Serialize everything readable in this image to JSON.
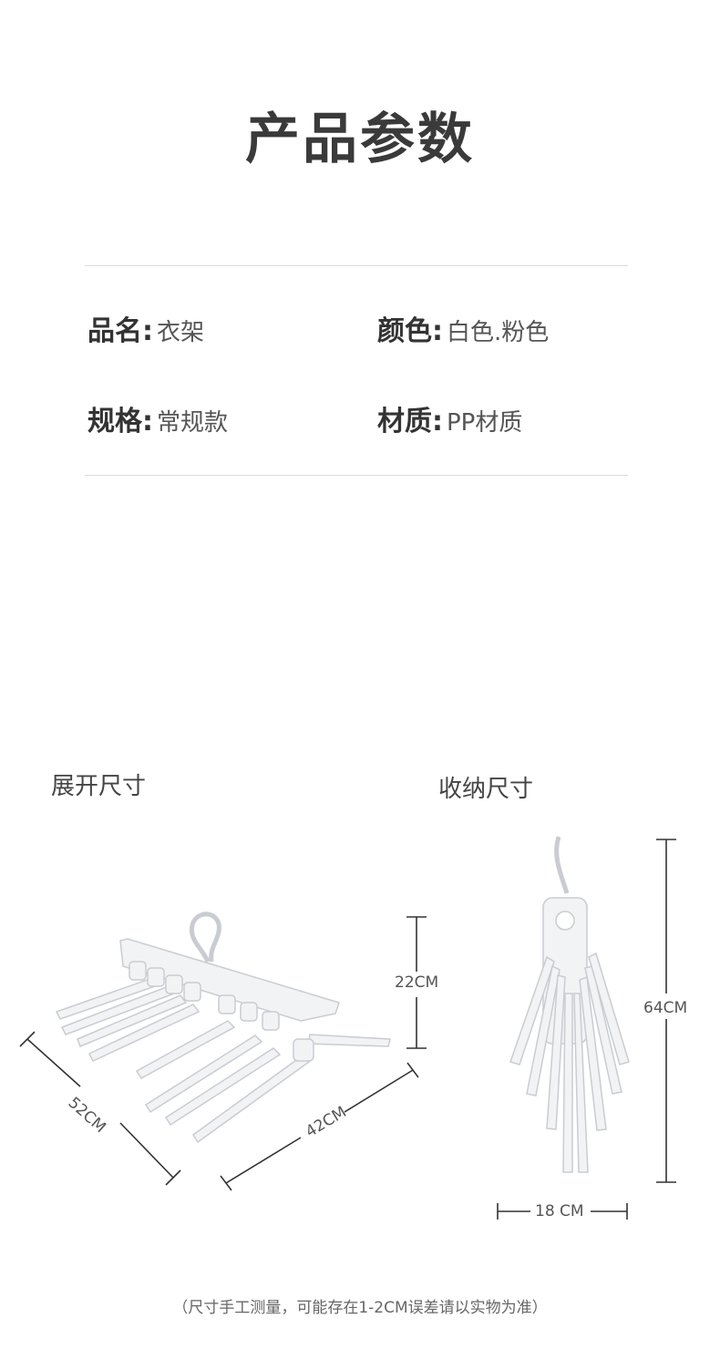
{
  "title": "产品参数",
  "specs": {
    "name": {
      "key": "品名",
      "colon": ":",
      "value": "衣架"
    },
    "color": {
      "key": "颜色",
      "colon": ":",
      "value": "白色.粉色"
    },
    "spec": {
      "key": "规格",
      "colon": ":",
      "value": "常规款"
    },
    "material": {
      "key": "材质",
      "colon": ":",
      "value": "PP材质"
    }
  },
  "sections": {
    "expanded": "展开尺寸",
    "folded": "收纳尺寸"
  },
  "dimensions": {
    "height_expanded": "22CM",
    "length_diag": "52CM",
    "width_diag": "42CM",
    "height_folded": "64CM",
    "width_folded": "18 CM"
  },
  "note": "（尺寸手工测量，可能存在1-2CM误差请以实物为准）",
  "colors": {
    "text": "#333333",
    "rule": "#dcdcdc",
    "hanger": "#f2f3f5",
    "hanger_stroke": "#c9ccd2"
  }
}
